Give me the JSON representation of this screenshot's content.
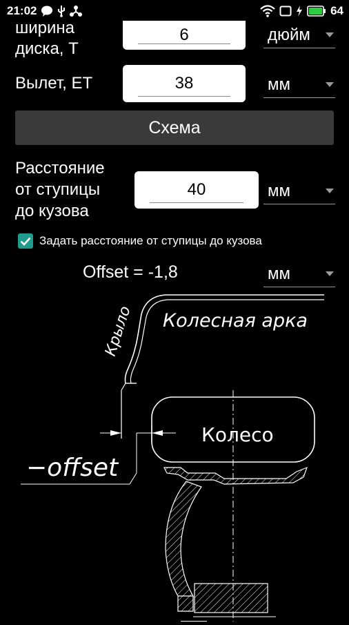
{
  "status_bar": {
    "time": "21:02",
    "battery": "64",
    "icons": [
      "chat-icon",
      "usb-icon",
      "share-icon",
      "wifi-icon",
      "window-icon",
      "charging-icon",
      "battery-icon"
    ]
  },
  "form": {
    "width_label": "ширина\nдиска, T",
    "width_value": "6",
    "width_unit": "дюйм",
    "offset_label": "Вылет, ET",
    "offset_value": "38",
    "offset_unit": "мм",
    "scheme_button": "Схема",
    "distance_label": "Расстояние\nот ступицы\nдо кузова",
    "distance_value": "40",
    "distance_unit": "мм",
    "checkbox_label": "Задать расстояние от ступицы до кузова",
    "checkbox_checked": true,
    "result_text": "Offset = -1,8",
    "result_unit": "мм"
  },
  "diagram": {
    "fender_label": "Крыло",
    "arch_label": "Колесная арка",
    "wheel_label": "Колесо",
    "offset_label": "−offset"
  },
  "colors": {
    "background": "#000000",
    "accent": "#1f9c8d",
    "button": "#3a3a3a",
    "battery": "#2ecc40"
  }
}
